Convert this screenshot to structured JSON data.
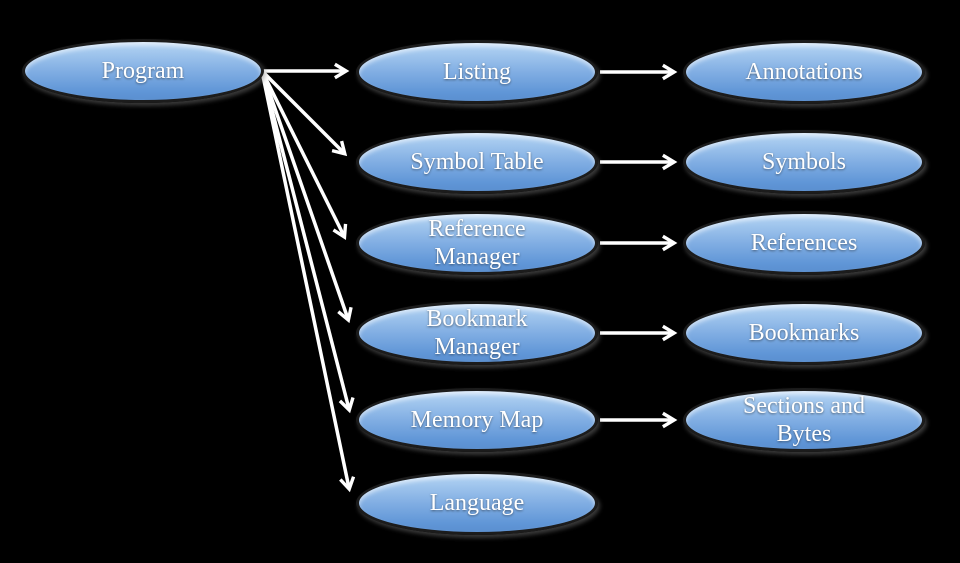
{
  "diagram": {
    "background_color": "#000000",
    "node_border_color": "#1c1c1c",
    "node_fill_top": "#c2dbf6",
    "node_fill_bottom": "#5a8fd0",
    "node_text_color": "#ffffff",
    "arrow_color": "#ffffff",
    "nodes": {
      "program": {
        "label": "Program"
      },
      "listing": {
        "label": "Listing"
      },
      "symbol_table": {
        "label": "Symbol Table"
      },
      "reference_manager": {
        "label": "Reference Manager"
      },
      "bookmark_manager": {
        "label": "Bookmark Manager"
      },
      "memory_map": {
        "label": "Memory Map"
      },
      "language": {
        "label": "Language"
      },
      "annotations": {
        "label": "Annotations"
      },
      "symbols": {
        "label": "Symbols"
      },
      "references": {
        "label": "References"
      },
      "bookmarks": {
        "label": "Bookmarks"
      },
      "sections_and_bytes": {
        "label": "Sections and Bytes"
      }
    },
    "edges": [
      {
        "from": "Program",
        "to": "Listing"
      },
      {
        "from": "Program",
        "to": "Symbol Table"
      },
      {
        "from": "Program",
        "to": "Reference Manager"
      },
      {
        "from": "Program",
        "to": "Bookmark Manager"
      },
      {
        "from": "Program",
        "to": "Memory Map"
      },
      {
        "from": "Program",
        "to": "Language"
      },
      {
        "from": "Listing",
        "to": "Annotations"
      },
      {
        "from": "Symbol Table",
        "to": "Symbols"
      },
      {
        "from": "Reference Manager",
        "to": "References"
      },
      {
        "from": "Bookmark Manager",
        "to": "Bookmarks"
      },
      {
        "from": "Memory Map",
        "to": "Sections and Bytes"
      }
    ]
  }
}
